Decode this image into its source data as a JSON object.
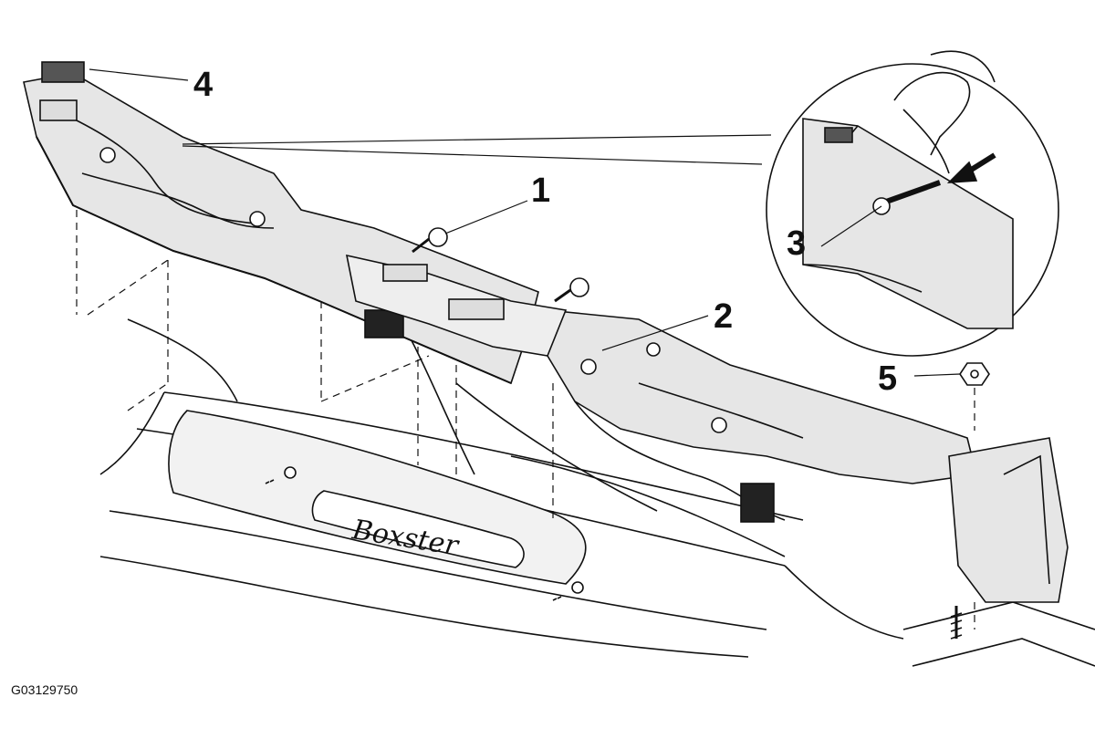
{
  "callouts": {
    "c1": "1",
    "c2": "2",
    "c3": "3",
    "c4": "4",
    "c5": "5"
  },
  "figure_id": "G03129750",
  "emblem_text": "Boxster",
  "colors": {
    "part_fill": "#e6e6e6",
    "part_shadow": "#c9c9c9",
    "line": "#111111",
    "background": "#ffffff"
  }
}
